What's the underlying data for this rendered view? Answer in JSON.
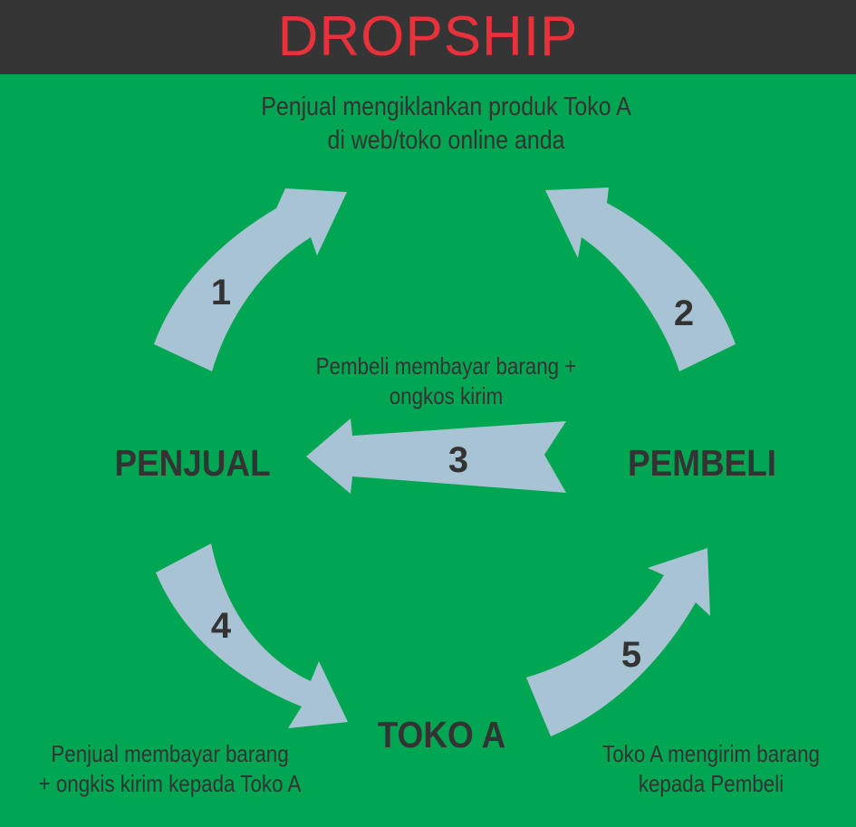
{
  "title": "DROPSHIP",
  "colors": {
    "header_bg": "#353535",
    "title": "#e8313b",
    "background": "#00a651",
    "arrow": "#a8c4d4",
    "text": "#333333"
  },
  "parties": {
    "penjual": "PENJUAL",
    "pembeli": "PEMBELI",
    "toko": "TOKO A"
  },
  "top_caption": {
    "line1": "Penjual mengiklankan produk Toko A",
    "line2": "di web/toko online anda"
  },
  "middle_caption": {
    "line1": "Pembeli membayar barang +",
    "line2": "ongkos kirim"
  },
  "bottom_left_caption": {
    "line1": "Penjual membayar barang",
    "line2": "+ ongkis kirim kepada Toko A"
  },
  "bottom_right_caption": {
    "line1": "Toko A mengirim barang",
    "line2": "kepada Pembeli"
  },
  "steps": [
    "1",
    "2",
    "3",
    "4",
    "5"
  ]
}
